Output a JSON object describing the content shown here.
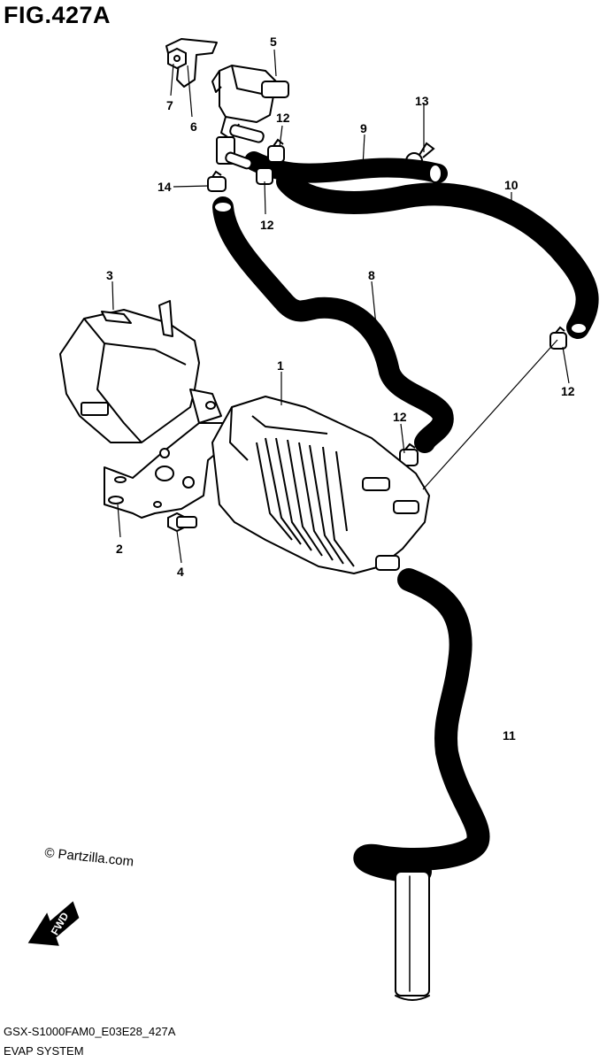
{
  "figure": {
    "title": "FIG.427A",
    "model_code": "GSX-S1000FAM0_E03E28_427A",
    "section_name": "EVAP SYSTEM",
    "copyright": "© Partzilla.com",
    "fwd_label": "FWD"
  },
  "callouts": [
    {
      "id": "callout-1",
      "text": "1"
    },
    {
      "id": "callout-2",
      "text": "2"
    },
    {
      "id": "callout-3",
      "text": "3"
    },
    {
      "id": "callout-4",
      "text": "4"
    },
    {
      "id": "callout-5",
      "text": "5"
    },
    {
      "id": "callout-6",
      "text": "6"
    },
    {
      "id": "callout-7",
      "text": "7"
    },
    {
      "id": "callout-8",
      "text": "8"
    },
    {
      "id": "callout-9",
      "text": "9"
    },
    {
      "id": "callout-10",
      "text": "10"
    },
    {
      "id": "callout-11",
      "text": "11"
    },
    {
      "id": "callout-12a",
      "text": "12"
    },
    {
      "id": "callout-12b",
      "text": "12"
    },
    {
      "id": "callout-12c",
      "text": "12"
    },
    {
      "id": "callout-12d",
      "text": "12"
    },
    {
      "id": "callout-13",
      "text": "13"
    },
    {
      "id": "callout-14",
      "text": "14"
    }
  ]
}
